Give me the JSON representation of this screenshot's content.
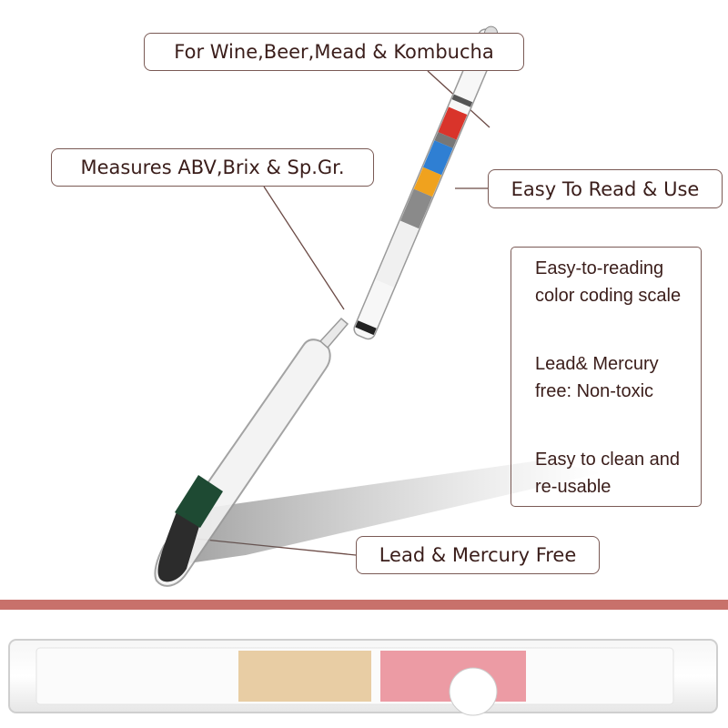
{
  "callouts": {
    "uses": "For Wine,Beer,Mead & Kombucha",
    "measures": "Measures ABV,Brix & Sp.Gr.",
    "easy_read": "Easy To Read & Use",
    "lead_free": "Lead & Mercury Free"
  },
  "features": [
    {
      "line1": "Easy-to-reading",
      "line2": "color coding scale"
    },
    {
      "line1": "Lead& Mercury",
      "line2": "free: Non-toxic"
    },
    {
      "line1": "Easy to clean and",
      "line2": "re-usable"
    }
  ],
  "colors": {
    "callout_border": "#7a5a55",
    "text": "#3a1d1a",
    "band": "#c8716b",
    "scale_red": "#d9342b",
    "scale_blue": "#2f7fd3",
    "scale_orange": "#f0a21e",
    "ballast_green": "#1e4a33"
  }
}
